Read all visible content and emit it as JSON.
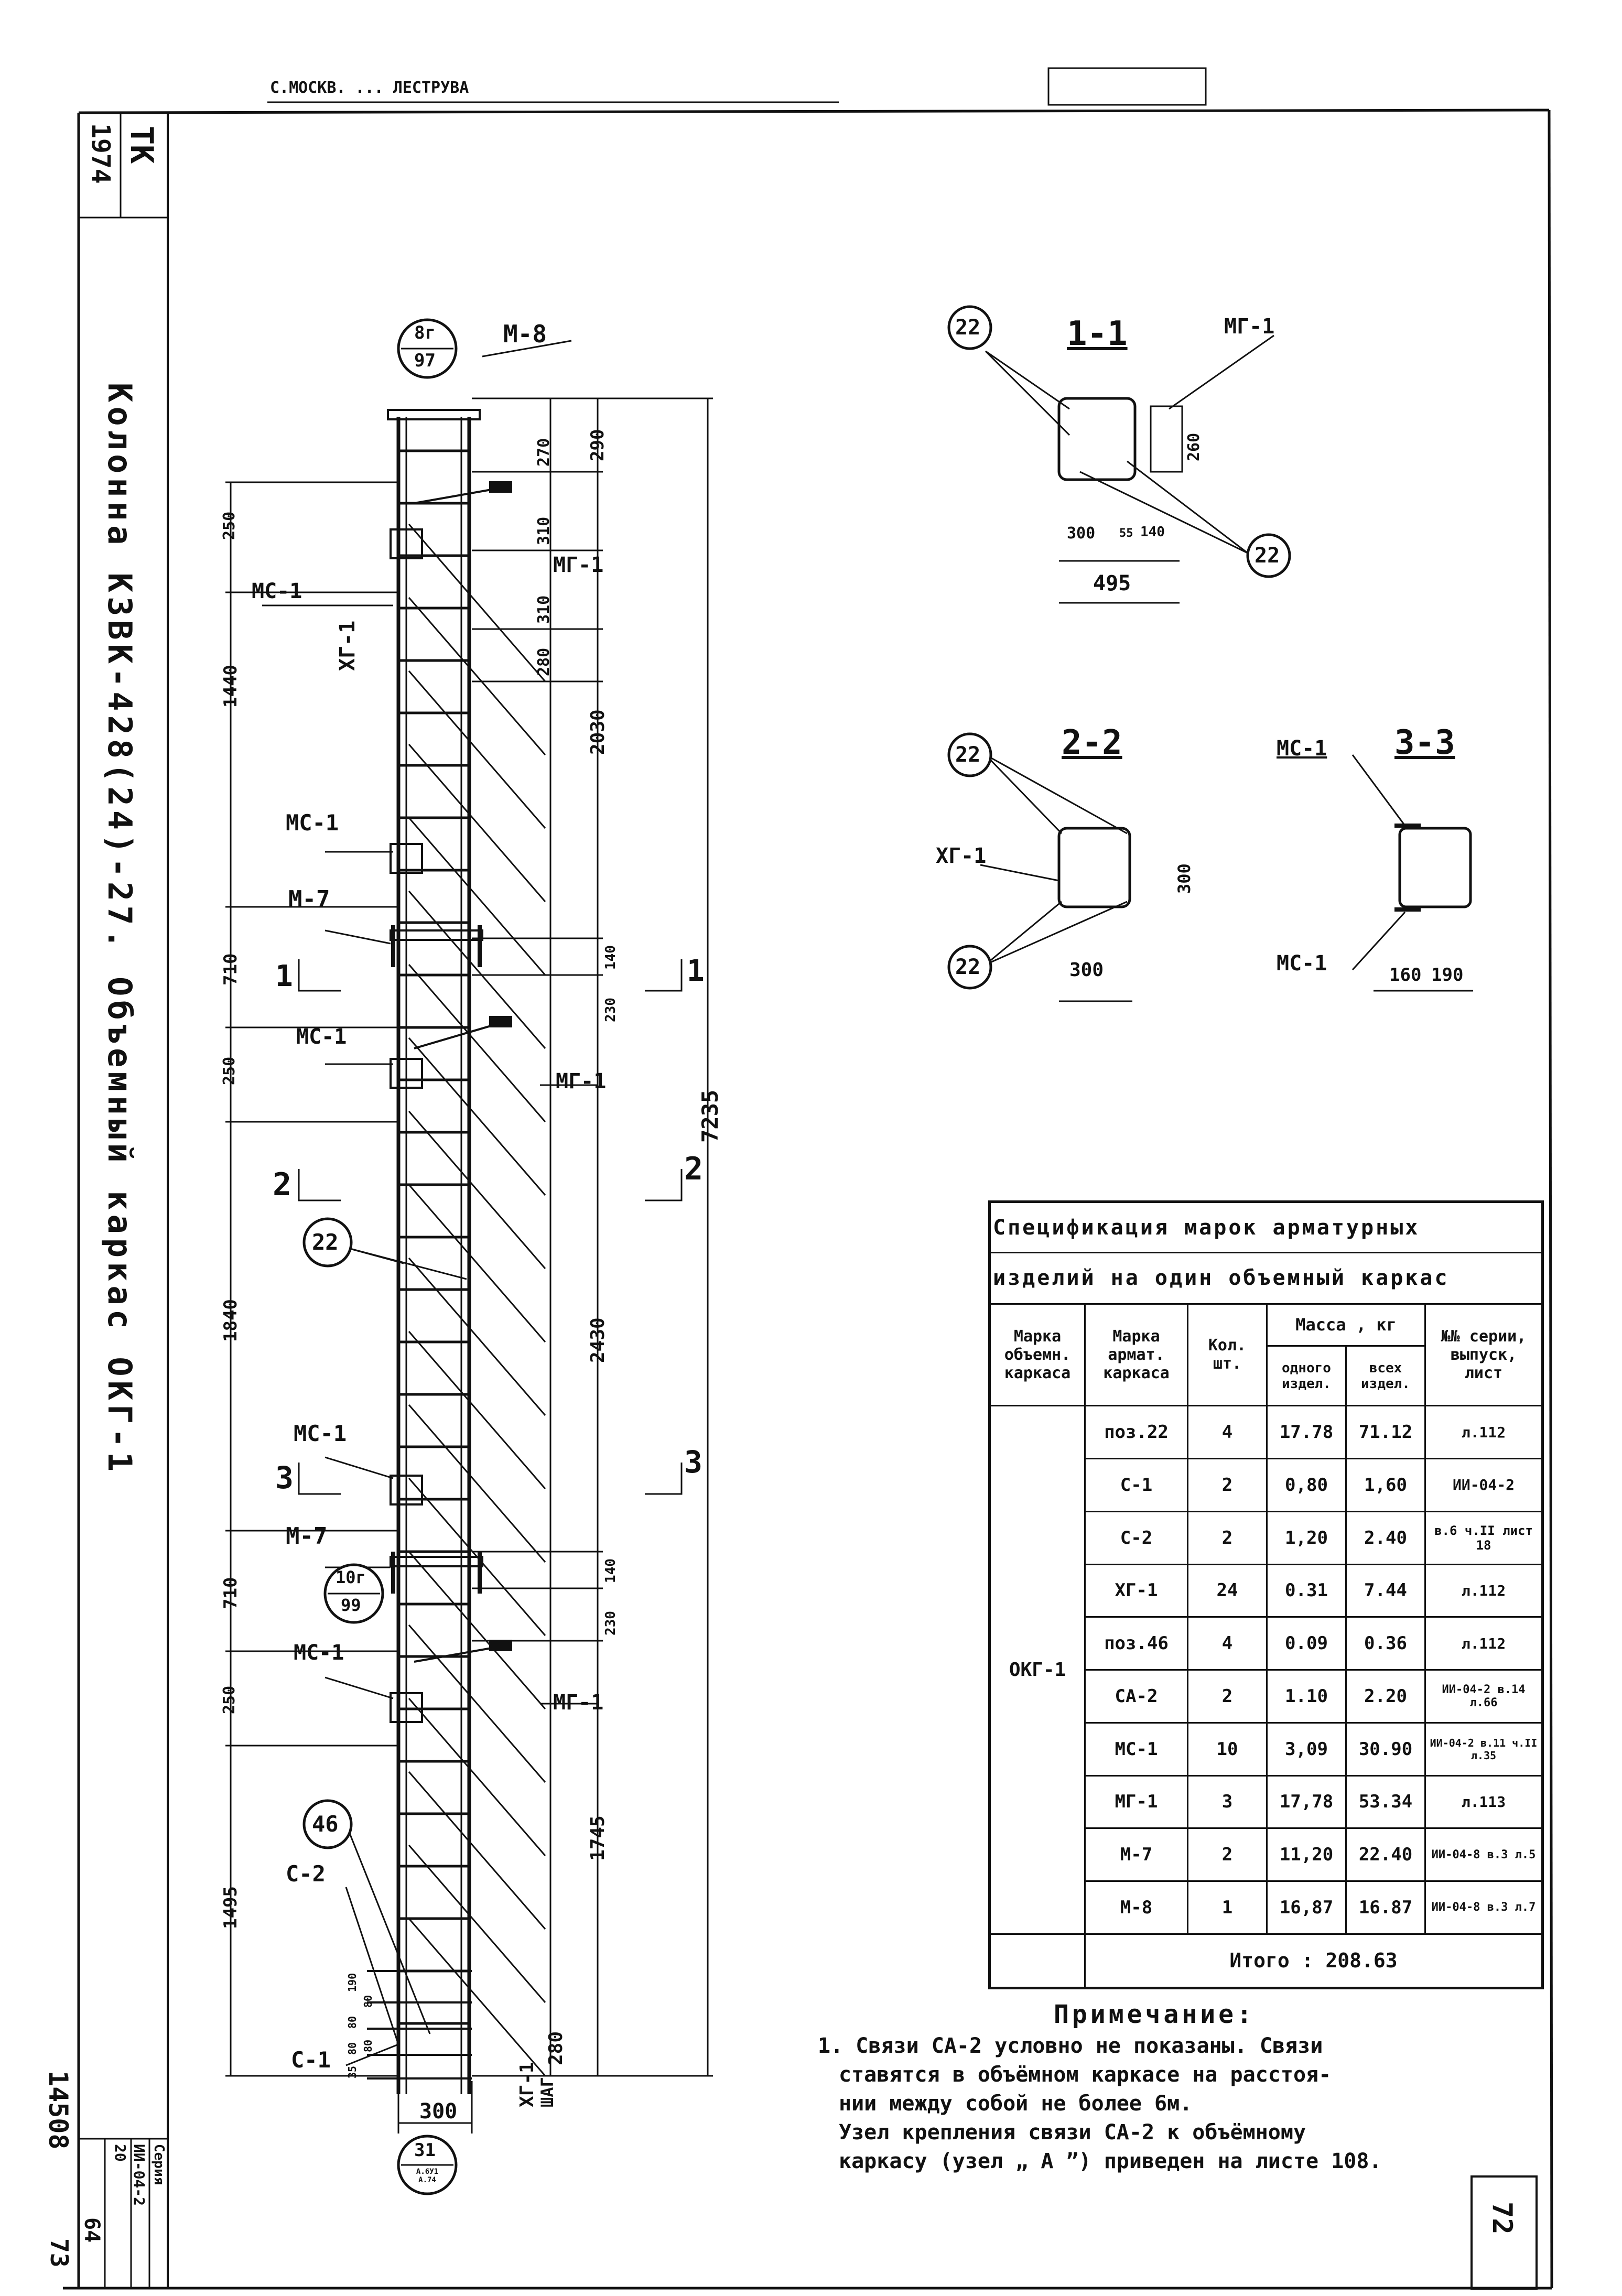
{
  "header": {
    "scrap_text": "С.МОСКВ.   ...   ЛЕСТРУВА"
  },
  "left_strip": {
    "tk": "ТК",
    "year": "1974",
    "series_label": "Серия",
    "series_value": "ИИ-04-2",
    "issue_value": "20",
    "sheet_value": "64",
    "archive_number": "14508",
    "archive_suffix": "73"
  },
  "title": "Колонна   К3ВК-428(24)-27.   Объемный   каркас   ОКГ-1",
  "drawing": {
    "node_top": {
      "num": "8г",
      "den": "97"
    },
    "node_mid": {
      "num": "10г",
      "den": "99"
    },
    "node_bot": {
      "num": "31",
      "den": "А.6У1 А.74"
    },
    "labels": {
      "m8": "М-8",
      "m7a": "М-7",
      "m7b": "М-7",
      "mc1a": "МС-1",
      "mc1b": "МС-1",
      "mc1c": "МС-1",
      "mc1d": "МС-1",
      "mc1e": "МС-1",
      "mg1a": "МГ-1",
      "mg1b": "МГ-1",
      "mg1c": "МГ-1",
      "xg1": "ХГ-1",
      "xg1shag": "ХГ-1",
      "shag": "ШАГ",
      "c2": "С-2",
      "c1": "С-1",
      "b22": "22",
      "b46": "46"
    },
    "dims_left": [
      "250",
      "1440",
      "710",
      "250",
      "1840",
      "710",
      "250",
      "1495"
    ],
    "dims_right_inner": [
      "270",
      "310",
      "310",
      "280",
      "140",
      "230",
      "140",
      "230"
    ],
    "dims_right_mid": [
      "290",
      "2030",
      "2430",
      "1745",
      "280"
    ],
    "dim_total": "7235",
    "dim_width": "300",
    "bottom_small": [
      "190",
      "80",
      "80",
      "80",
      "80",
      "35"
    ],
    "section_marks": [
      "1",
      "1",
      "2",
      "2",
      "3",
      "3"
    ]
  },
  "sections": {
    "s11": {
      "title": "1-1",
      "mg": "МГ-1",
      "b22a": "22",
      "b22b": "22",
      "d300": "300",
      "d55": "55",
      "d140": "140",
      "d495": "495",
      "d260": "260"
    },
    "s22": {
      "title": "2-2",
      "xg": "ХГ-1",
      "b22a": "22",
      "b22b": "22",
      "d300w": "300",
      "d300h": "300"
    },
    "s33": {
      "title": "3-3",
      "mc_top": "МС-1",
      "mc_bot": "МС-1",
      "d160": "160",
      "d190": "190"
    }
  },
  "spec": {
    "title1": "Спецификация  марок  арматурных",
    "title2": "изделий  на  один  объемный  каркас",
    "headers": {
      "c1": "Марка объемн. каркаса",
      "c2": "Марка армат. каркаса",
      "c3": "Кол. шт.",
      "mass": "Масса , кг",
      "c4": "одного издел.",
      "c5": "всех издел.",
      "c6": "№№ серии, выпуск, лист"
    },
    "group": "ОКГ-1",
    "rows": [
      {
        "mark": "поз.22",
        "qty": "4",
        "one": "17.78",
        "all": "71.12",
        "ref": "л.112"
      },
      {
        "mark": "С-1",
        "qty": "2",
        "one": "0,80",
        "all": "1,60",
        "ref": "ИИ-04-2"
      },
      {
        "mark": "С-2",
        "qty": "2",
        "one": "1,20",
        "all": "2.40",
        "ref": "в.6 ч.II лист 18"
      },
      {
        "mark": "ХГ-1",
        "qty": "24",
        "one": "0.31",
        "all": "7.44",
        "ref": "л.112"
      },
      {
        "mark": "поз.46",
        "qty": "4",
        "one": "0.09",
        "all": "0.36",
        "ref": "л.112"
      },
      {
        "mark": "СА-2",
        "qty": "2",
        "one": "1.10",
        "all": "2.20",
        "ref": "ИИ-04-2 в.14 л.66"
      },
      {
        "mark": "МС-1",
        "qty": "10",
        "one": "3,09",
        "all": "30.90",
        "ref": "ИИ-04-2 в.11 ч.II л.35"
      },
      {
        "mark": "МГ-1",
        "qty": "3",
        "one": "17,78",
        "all": "53.34",
        "ref": "л.113"
      },
      {
        "mark": "М-7",
        "qty": "2",
        "one": "11,20",
        "all": "22.40",
        "ref": "ИИ-04-8 в.3 л.5"
      },
      {
        "mark": "М-8",
        "qty": "1",
        "one": "16,87",
        "all": "16.87",
        "ref": "ИИ-04-8 в.3 л.7"
      }
    ],
    "total": "Итого :  208.63"
  },
  "note": {
    "title": "Примечание:",
    "lines": [
      "1. Связи СА-2  условно  не  показаны.  Связи",
      "ставятся  в  объёмном  каркасе  на  расстоя-",
      "нии  между  собой  не  более  6м.",
      "Узел  крепления  связи  СА-2  к  объёмному",
      "каркасу  (узел „ А ”)  приведен  на  листе 108."
    ]
  },
  "sheet_number": "72"
}
